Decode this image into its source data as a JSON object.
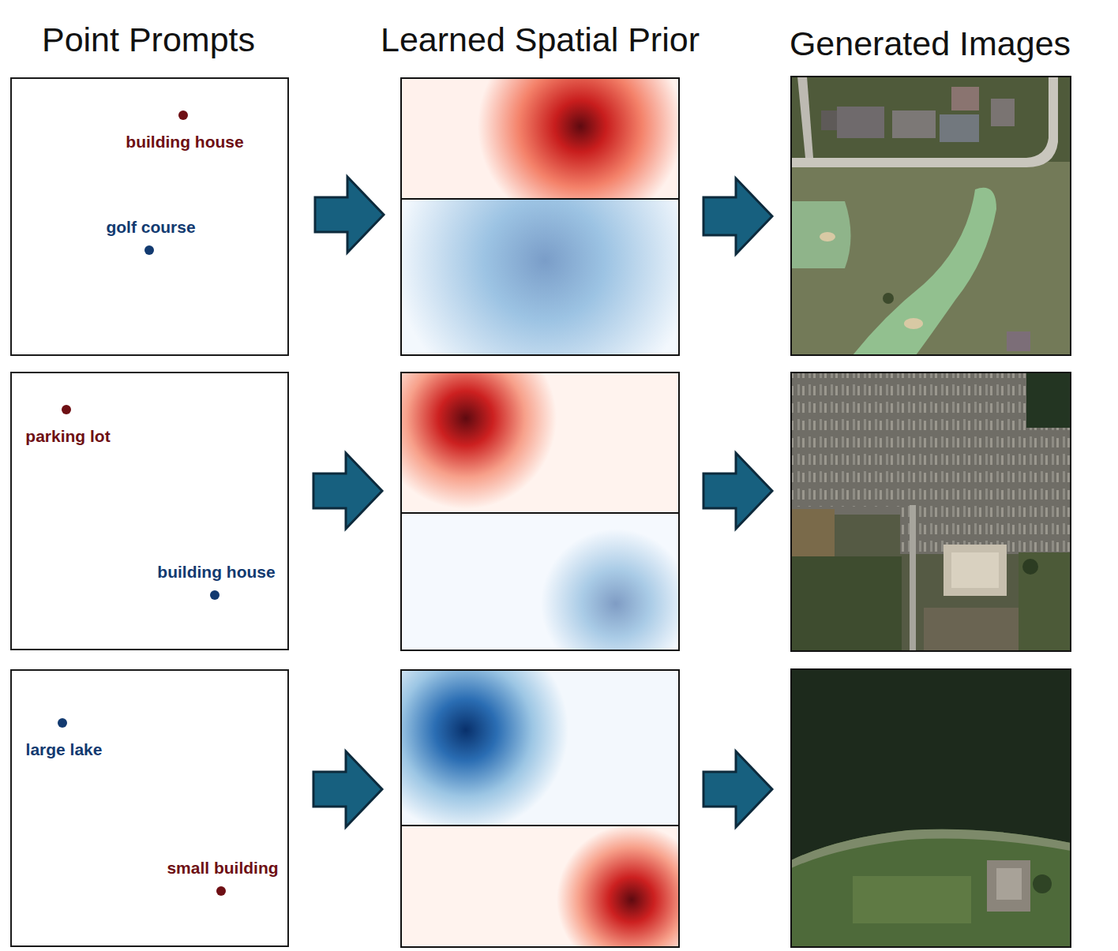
{
  "diagram": {
    "nodes": [
      {
        "text": [
          "building house",
          "golf course"
        ]
      },
      {
        "text": [
          "parking lot",
          "building house"
        ]
      },
      {
        "text": [
          "large lake",
          "small building"
        ]
      }
    ],
    "labels": [
      "Point Prompts",
      "Learned Spatial Prior",
      "Generated Images"
    ]
  }
}
